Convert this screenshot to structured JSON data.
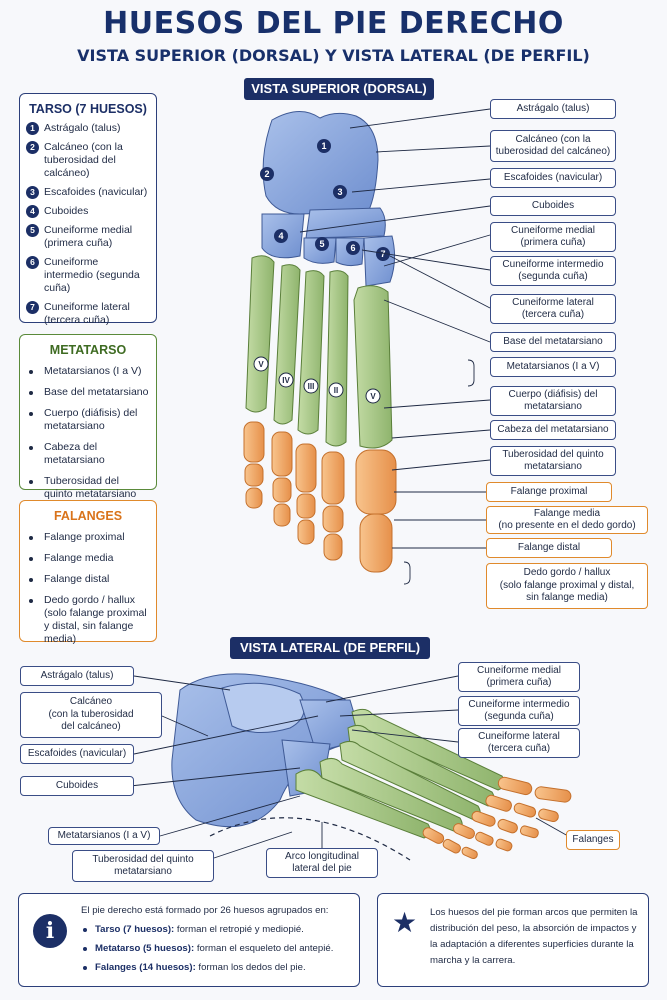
{
  "title": "HUESOS DEL PIE DERECHO",
  "subtitle": "VISTA SUPERIOR (DORSAL) Y VISTA LATERAL (DE PERFIL)",
  "colors": {
    "navy": "#1c2f66",
    "tarsus": "#8aa6dc",
    "metatarsus": "#a9c98a",
    "phalanges": "#f2a862"
  },
  "banner_dorsal": "VISTA SUPERIOR (DORSAL)",
  "banner_lateral": "VISTA LATERAL (DE PERFIL)",
  "tarso": {
    "title": "TARSO (7 HUESOS)",
    "items": [
      {
        "n": "1",
        "label": "Astrágalo (talus)"
      },
      {
        "n": "2",
        "label": "Calcáneo (con la tuberosidad del calcáneo)"
      },
      {
        "n": "3",
        "label": "Escafoides (navicular)"
      },
      {
        "n": "4",
        "label": "Cuboides"
      },
      {
        "n": "5",
        "label": "Cuneiforme medial (primera cuña)"
      },
      {
        "n": "6",
        "label": "Cuneiforme intermedio (segunda cuña)"
      },
      {
        "n": "7",
        "label": "Cuneiforme lateral (tercera cuña)"
      }
    ]
  },
  "metatarso": {
    "title": "METATARSO",
    "items": [
      "Metatarsianos (I a V)",
      "Base del metatarsiano",
      "Cuerpo (diáfisis) del metatarsiano",
      "Cabeza del metatarsiano",
      "Tuberosidad del quinto metatarsiano"
    ]
  },
  "falanges": {
    "title": "FALANGES",
    "items": [
      "Falange proximal",
      "Falange media",
      "Falange distal",
      "Dedo gordo / hallux (solo falange proximal y distal, sin falange media)"
    ]
  },
  "dorsal_bone_numbers": [
    "1",
    "2",
    "3",
    "4",
    "5",
    "6",
    "7"
  ],
  "roman": [
    "V",
    "IV",
    "III",
    "II",
    "V"
  ],
  "dorsal_labels": [
    [
      "Astrágalo (talus)"
    ],
    [
      "Calcáneo (con la",
      "tuberosidad del calcáneo)"
    ],
    [
      "Escafoides (navicular)"
    ],
    [
      "Cuboides"
    ],
    [
      "Cuneiforme medial",
      "(primera cuña)"
    ],
    [
      "Cuneiforme intermedio",
      "(segunda cuña)"
    ],
    [
      "Cuneiforme lateral",
      "(tercera cuña)"
    ],
    [
      "Base del metatarsiano"
    ],
    [
      "Metatarsianos (I a V)"
    ],
    [
      "Cuerpo (diáfisis) del",
      "metatarsiano"
    ],
    [
      "Cabeza del metatarsiano"
    ],
    [
      "Tuberosidad del quinto",
      "metatarsiano"
    ],
    [
      "Falange proximal"
    ],
    [
      "Falange media",
      "(no presente en el dedo gordo)"
    ],
    [
      "Falange distal"
    ],
    [
      "Dedo gordo / hallux",
      "(solo falange proximal y distal,",
      "sin falange media)"
    ]
  ],
  "lateral_left_labels": [
    [
      "Astrágalo (talus)"
    ],
    [
      "Calcáneo",
      "(con la tuberosidad",
      "del calcáneo)"
    ],
    [
      "Escafoides (navicular)"
    ],
    [
      "Cuboides"
    ],
    [
      "Metatarsianos (I a V)"
    ],
    [
      "Tuberosidad del quinto",
      "metatarsiano"
    ],
    [
      "Arco longitudinal",
      "lateral del pie"
    ]
  ],
  "lateral_right_labels": [
    [
      "Cuneiforme medial",
      "(primera cuña)"
    ],
    [
      "Cuneiforme intermedio",
      "(segunda cuña)"
    ],
    [
      "Cuneiforme lateral",
      "(tercera cuña)"
    ],
    [
      "Falanges"
    ]
  ],
  "info_left": {
    "intro": "El pie derecho está formado por 26 huesos agrupados en:",
    "items": [
      {
        "bold": "Tarso (7 huesos):",
        "text": " forman el retropié y mediopié."
      },
      {
        "bold": "Metatarso (5 huesos):",
        "text": " forman el esqueleto del antepié."
      },
      {
        "bold": "Falanges (14 huesos):",
        "text": " forman los dedos del pie."
      }
    ]
  },
  "info_right": "Los huesos del pie forman arcos que permiten la distribución del peso, la absorción de impactos y la adaptación a diferentes superficies durante la marcha y la carrera.",
  "icons": {
    "info": "info-icon",
    "star": "star-icon"
  }
}
